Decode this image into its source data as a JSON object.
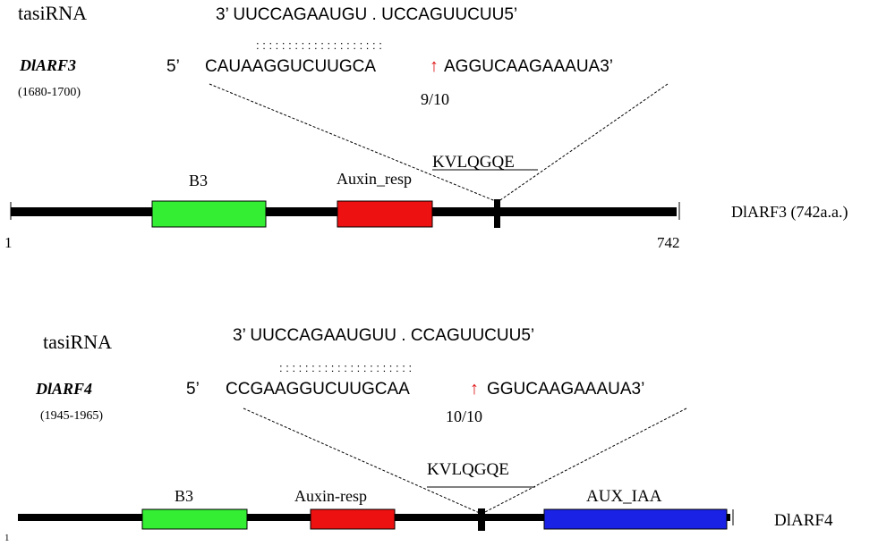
{
  "panel_a": {
    "tasirna_label": "tasiRNA",
    "tasirna_seq": "3’ UUCCAGAAUGU . UCCAGUUCUU5’",
    "pairing_marks": ": : : : : : : : : :   : : : : : : : : : :",
    "gene_label": "DlARF3",
    "gene_range": "(1680-1700)",
    "target_prime5": "5’",
    "target_seq_left": "CAUAAGGUCUUGCA",
    "cleavage_arrow": "↑",
    "target_seq_right": "AGGUCAAGAAAUA3’",
    "score": "9/10",
    "motif": "KVLQGQE",
    "domains": [
      "B3",
      "Auxin_resp"
    ],
    "domain_colors": [
      "#33ee33",
      "#ee1111"
    ],
    "start_label": "1",
    "end_label": "742",
    "protein_label": "DlARF3 (742a.a.)"
  },
  "panel_b": {
    "tasirna_label": "tasiRNA",
    "tasirna_seq": "3’ UUCCAGAAUGUU . CCAGUUCUU5’",
    "pairing_marks": ": : : : : : : : : :   : : : : : : : : : : :",
    "gene_label": "DlARF4",
    "gene_range": "(1945-1965)",
    "target_prime5": "5’",
    "target_seq_left": "CCGAAGGUCUUGCAA",
    "cleavage_arrow": "↑",
    "target_seq_right": "GGUCAAGAAAUA3’",
    "score": "10/10",
    "motif": "KVLQGQE",
    "domains": [
      "B3",
      "Auxin-resp",
      "AUX_IAA"
    ],
    "domain_colors": [
      "#33ee33",
      "#ee1111",
      "#1a22e6"
    ],
    "start_label": "1",
    "protein_label": "DlARF4"
  }
}
